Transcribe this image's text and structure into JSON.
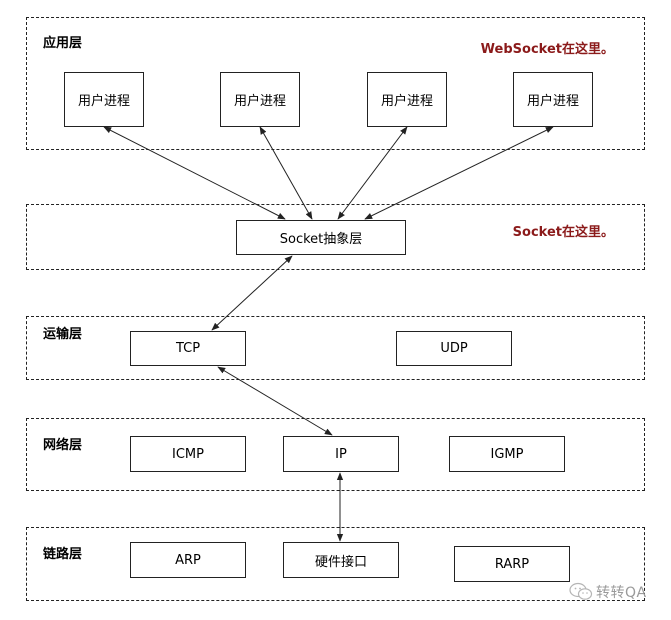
{
  "colors": {
    "note": "#8b1a1a",
    "line": "#222222",
    "watermark": "#9a9a9a"
  },
  "layers": {
    "application": "应用层",
    "socket": "",
    "transport": "运输层",
    "network": "网络层",
    "link": "链路层"
  },
  "notes": {
    "websocket": "WebSocket在这里。",
    "socket": "Socket在这里。"
  },
  "boxes": {
    "process_1": "用户进程",
    "process_2": "用户进程",
    "process_3": "用户进程",
    "process_4": "用户进程",
    "socket": "Socket抽象层",
    "tcp": "TCP",
    "udp": "UDP",
    "icmp": "ICMP",
    "ip": "IP",
    "igmp": "IGMP",
    "arp": "ARP",
    "hw_interface": "硬件接口",
    "rarp": "RARP"
  },
  "watermark": {
    "text": "转转QA",
    "icon": "wechat-icon"
  }
}
